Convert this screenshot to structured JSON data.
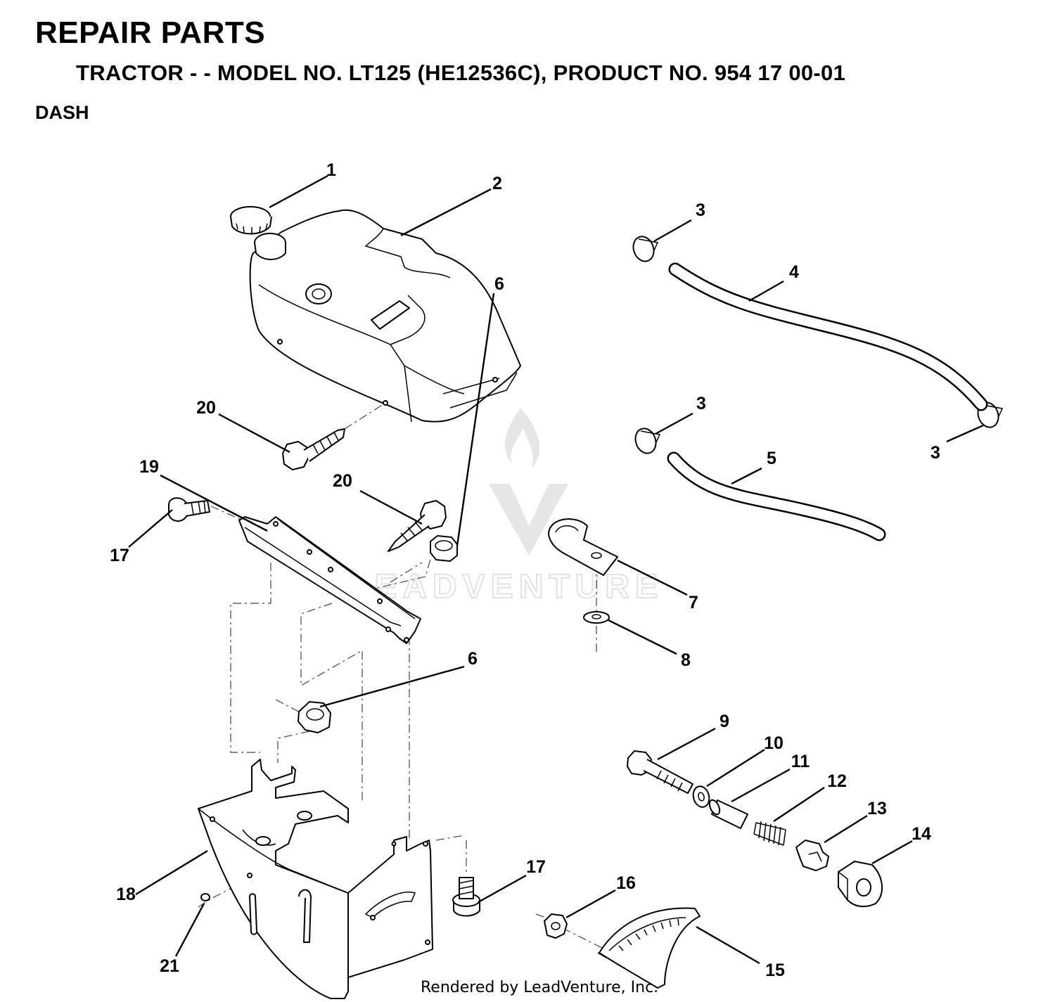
{
  "header": {
    "title": "REPAIR PARTS",
    "subtitle": "TRACTOR - - MODEL NO. LT125 (HE12536C),  PRODUCT NO. 954 17 00-01",
    "section": "DASH"
  },
  "watermark": {
    "text": "LEADVENTURE"
  },
  "footer": {
    "text": "Rendered by LeadVenture, Inc."
  },
  "callouts": [
    "1",
    "2",
    "3",
    "4",
    "3",
    "5",
    "3",
    "20",
    "19",
    "20",
    "6",
    "17",
    "7",
    "8",
    "6",
    "9",
    "10",
    "11",
    "12",
    "13",
    "14",
    "17",
    "16",
    "18",
    "15",
    "21"
  ],
  "parts": [
    {
      "number": "1",
      "name": "fuel-cap"
    },
    {
      "number": "2",
      "name": "fuel-tank"
    },
    {
      "number": "3",
      "name": "hose-clamp"
    },
    {
      "number": "4",
      "name": "fuel-line-upper"
    },
    {
      "number": "5",
      "name": "fuel-line-lower"
    },
    {
      "number": "6",
      "name": "lock-nut"
    },
    {
      "number": "7",
      "name": "line-clamp"
    },
    {
      "number": "8",
      "name": "washer"
    },
    {
      "number": "9",
      "name": "bolt"
    },
    {
      "number": "10",
      "name": "washer"
    },
    {
      "number": "11",
      "name": "spacer"
    },
    {
      "number": "12",
      "name": "spring"
    },
    {
      "number": "13",
      "name": "friction-block"
    },
    {
      "number": "14",
      "name": "lever-cam"
    },
    {
      "number": "15",
      "name": "throttle-decal"
    },
    {
      "number": "16",
      "name": "nut"
    },
    {
      "number": "17",
      "name": "bolt"
    },
    {
      "number": "18",
      "name": "dash-panel"
    },
    {
      "number": "19",
      "name": "bracket"
    },
    {
      "number": "20",
      "name": "screw"
    },
    {
      "number": "21",
      "name": "plug"
    }
  ]
}
